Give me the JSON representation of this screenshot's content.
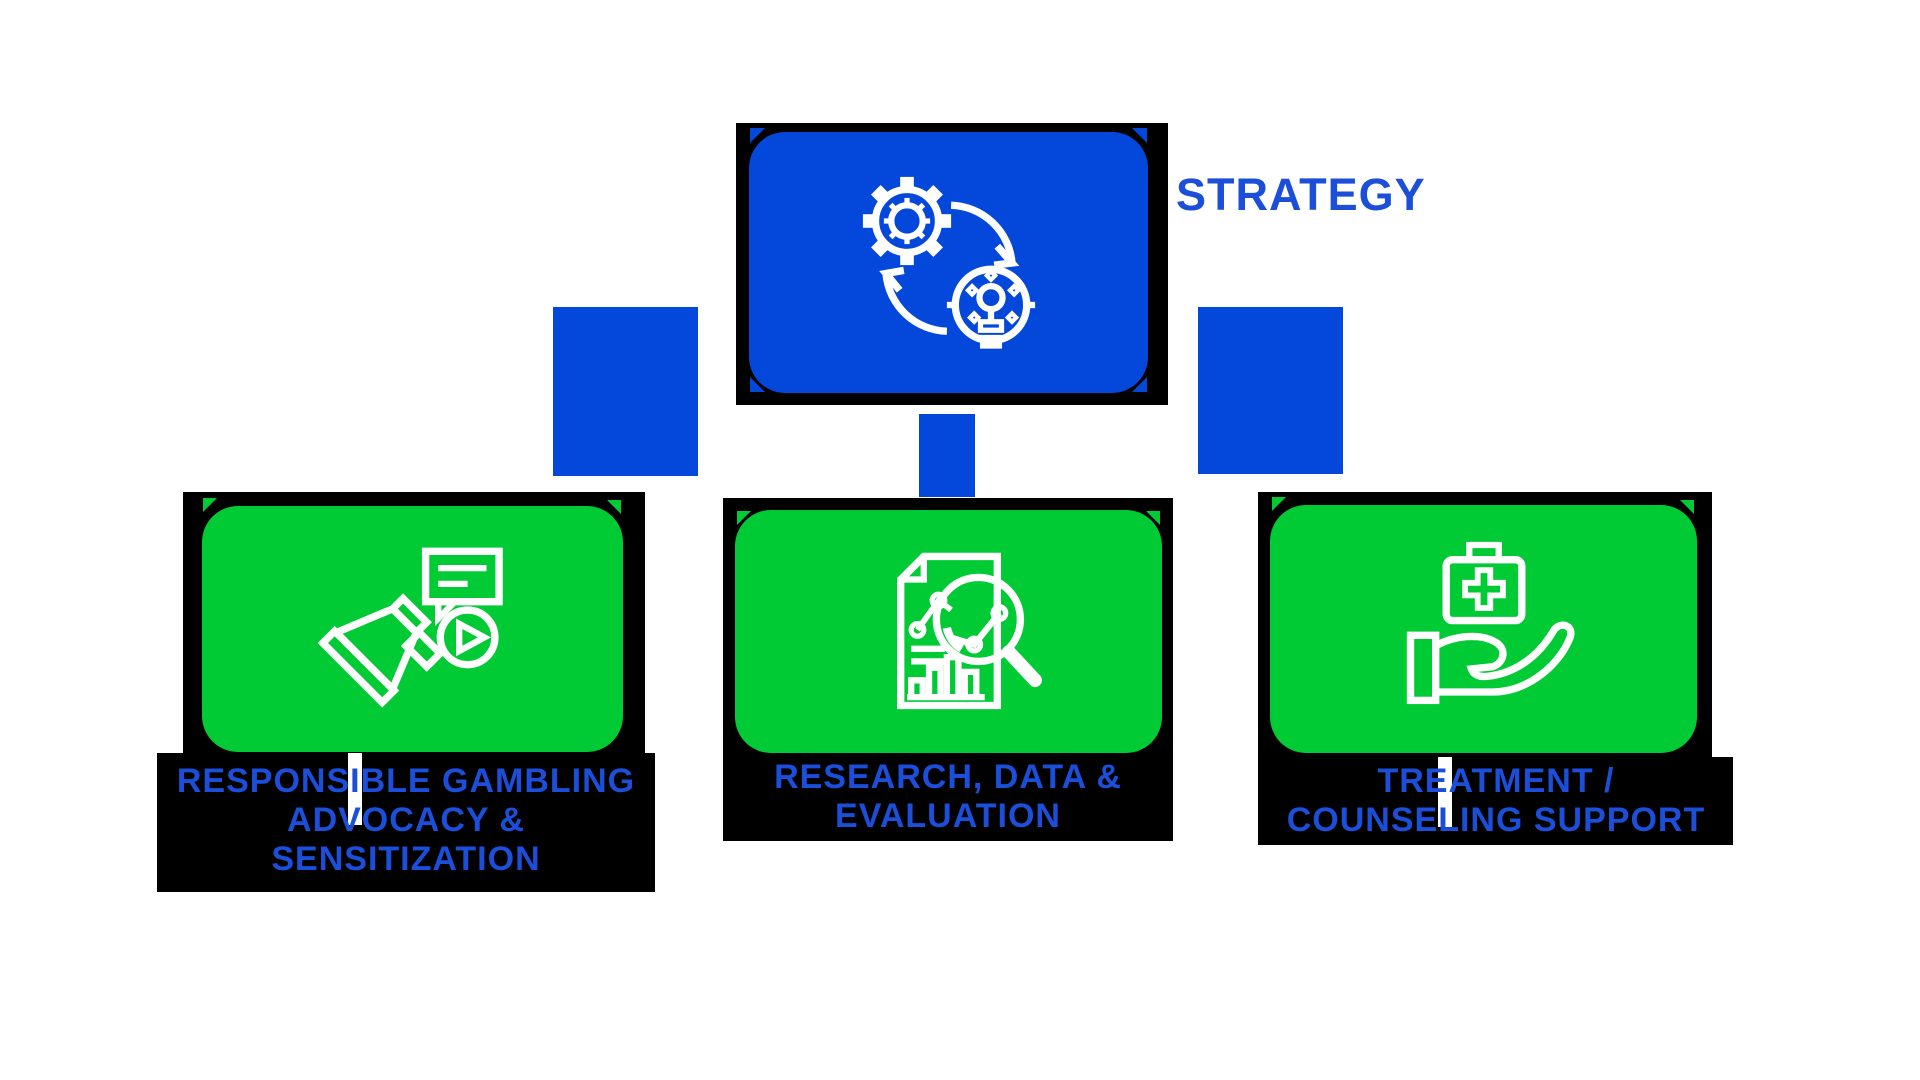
{
  "nodes": {
    "strategy": {
      "label": "STRATEGY",
      "icon": "process-cycle-gear-lightbulb-icon"
    },
    "advocacy": {
      "label": "RESPONSIBLE GAMBLING\nADVOCACY &\nSENSITIZATION",
      "icon": "megaphone-announcement-icon"
    },
    "research": {
      "label": "RESEARCH, DATA &\nEVALUATION",
      "icon": "document-magnifier-analytics-icon"
    },
    "treatment": {
      "label": "TREATMENT /\nCOUNSELING SUPPORT",
      "icon": "first-aid-kit-on-hand-icon"
    }
  },
  "colors": {
    "primary_blue": "#0448db",
    "green": "#00cb35",
    "label_text_blue": "#1b4ed9",
    "shadow_black": "#000000",
    "background": "#ffffff"
  }
}
